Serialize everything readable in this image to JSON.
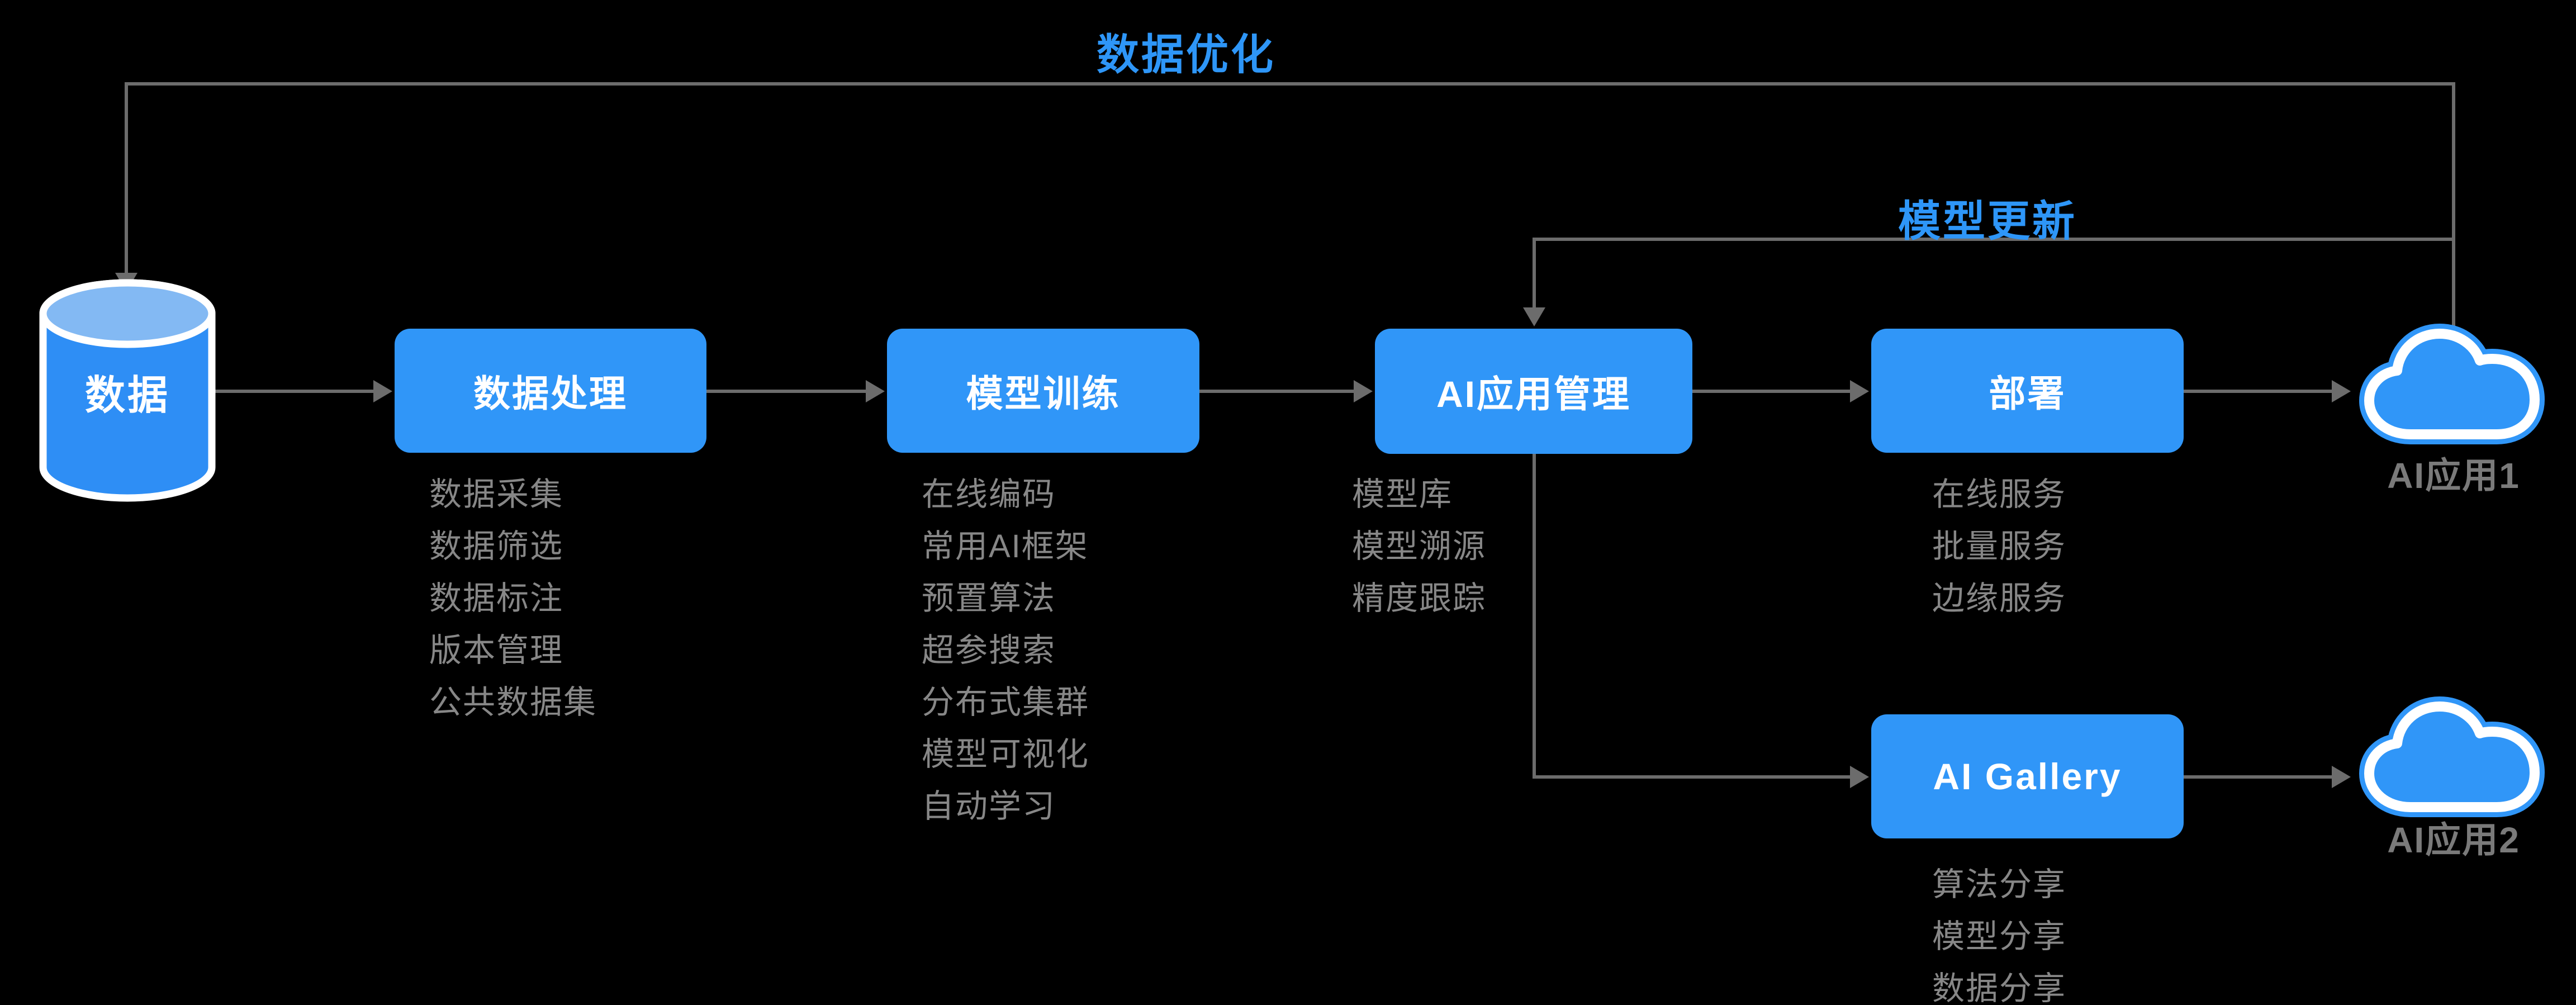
{
  "labels": {
    "data_optimization": "数据优化",
    "model_update": "模型更新"
  },
  "database": {
    "label": "数据"
  },
  "nodes": [
    {
      "id": "data-processing",
      "title": "数据处理",
      "items": [
        "数据采集",
        "数据筛选",
        "数据标注",
        "版本管理",
        "公共数据集"
      ]
    },
    {
      "id": "model-training",
      "title": "模型训练",
      "items": [
        "在线编码",
        "常用AI框架",
        "预置算法",
        "超参搜索",
        "分布式集群",
        "模型可视化",
        "自动学习"
      ]
    },
    {
      "id": "ai-app-management",
      "title": "AI应用管理",
      "items": [
        "模型库",
        "模型溯源",
        "精度跟踪"
      ]
    },
    {
      "id": "deployment",
      "title": "部署",
      "items": [
        "在线服务",
        "批量服务",
        "边缘服务"
      ]
    },
    {
      "id": "ai-gallery",
      "title": "AI Gallery",
      "items": [
        "算法分享",
        "模型分享",
        "数据分享"
      ]
    }
  ],
  "clouds": [
    {
      "id": "ai-app-1",
      "label": "AI应用1"
    },
    {
      "id": "ai-app-2",
      "label": "AI应用2"
    }
  ],
  "colors": {
    "background": "#000000",
    "node_blue": "#3096F8",
    "cylinder_body_blue": "#2E8EF5",
    "cylinder_top_blue": "#83B9F3",
    "line_gray": "#6C6C6C",
    "list_text_gray": "#878787",
    "cloud_label_gray": "#7A7A7A",
    "feedback_label_blue": "#2E96F8",
    "node_text_white": "#FFFFFF"
  }
}
